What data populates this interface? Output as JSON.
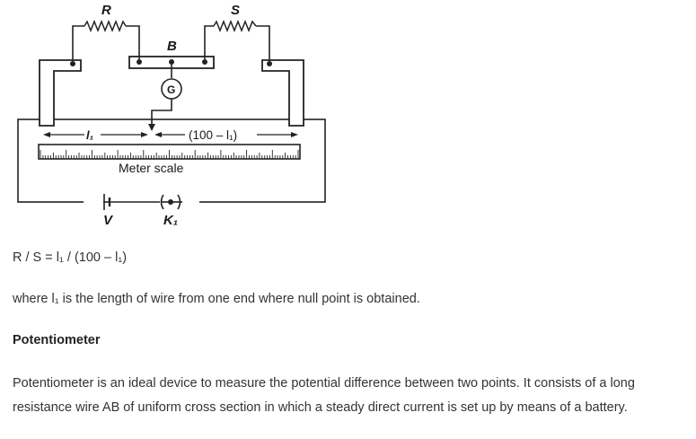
{
  "diagram": {
    "label_r": "R",
    "label_s": "S",
    "label_b": "B",
    "label_g": "G",
    "label_l1": "l₁",
    "label_100_l1": "(100 – l₁)",
    "meter_scale": "Meter scale",
    "label_v": "V",
    "label_k1": "K₁"
  },
  "text": {
    "formula": "R / S = l₁ / (100 – l₁)",
    "description": "where l₁ is the length of wire from one end where null point is obtained.",
    "heading": "Potentiometer",
    "paragraph": "Potentiometer is an ideal device to measure the potential difference between two points. It consists of a long resistance wire AB of uniform cross section in which a steady direct current is set up by means of a battery."
  }
}
